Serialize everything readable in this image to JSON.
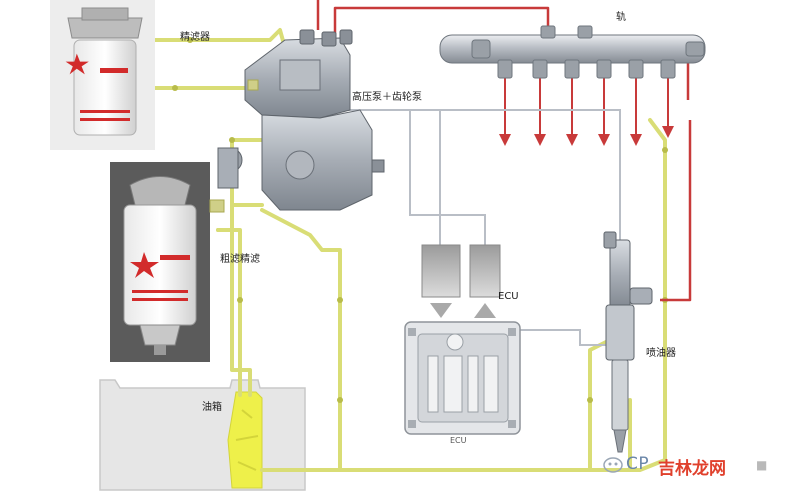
{
  "labels": {
    "fine_filter": "精滤器",
    "pump": "高压泵＋齿轮泵",
    "rail": "轨",
    "coarse_filter": "粗滤精滤",
    "ecu": "ECU",
    "ecu_small": "ECU",
    "injector": "喷油器",
    "tank": "油箱"
  },
  "watermark": {
    "prefix": "CP",
    "site": "吉林龙网",
    "suffix": "■"
  },
  "colors": {
    "fuel_line": "#d9dd76",
    "high_pressure_line": "#c83a3a",
    "signal_line": "#b9bec6",
    "tank_fuel": "#eef04a",
    "metal": "#a8aeb6"
  }
}
